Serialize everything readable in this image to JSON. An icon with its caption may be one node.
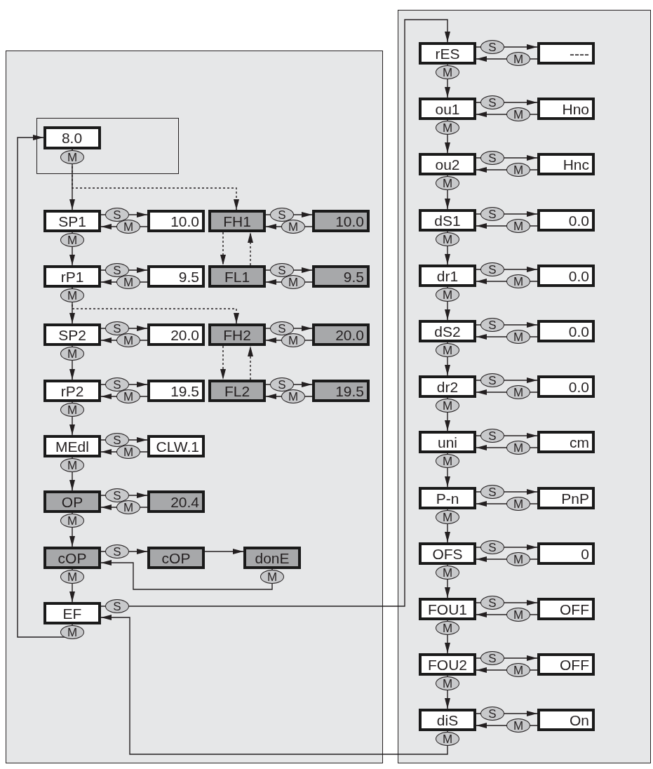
{
  "diagram": {
    "nodes": [
      {
        "text": [],
        "shape": "box"
      },
      {
        "text": [],
        "shape": "box",
        "in": 0
      },
      {
        "text": [
          "8.0"
        ],
        "in": 1
      },
      {
        "text": [
          "SP1"
        ],
        "in": 0
      },
      {
        "text": [
          "10.0"
        ],
        "in": 0
      },
      {
        "text": [
          "FH1"
        ],
        "in": 0
      },
      {
        "text": [
          "10.0"
        ],
        "in": 0
      },
      {
        "text": [
          "rP1"
        ],
        "in": 0
      },
      {
        "text": [
          "9.5"
        ],
        "in": 0
      },
      {
        "text": [
          "FL1"
        ],
        "in": 0
      },
      {
        "text": [
          "9.5"
        ],
        "in": 0
      },
      {
        "text": [
          "SP2"
        ],
        "in": 0
      },
      {
        "text": [
          "20.0"
        ],
        "in": 0
      },
      {
        "text": [
          "FH2"
        ],
        "in": 0
      },
      {
        "text": [
          "20.0"
        ],
        "in": 0
      },
      {
        "text": [
          "rP2"
        ],
        "in": 0
      },
      {
        "text": [
          "19.5"
        ],
        "in": 0
      },
      {
        "text": [
          "FL2"
        ],
        "in": 0
      },
      {
        "text": [
          "19.5"
        ],
        "in": 0
      },
      {
        "text": [
          "MEdl"
        ],
        "in": 0
      },
      {
        "text": [
          "CLW.1"
        ],
        "in": 0
      },
      {
        "text": [
          "OP"
        ],
        "in": 0
      },
      {
        "text": [
          "20.4"
        ],
        "in": 0
      },
      {
        "text": [
          "cOP"
        ],
        "in": 0
      },
      {
        "text": [
          "cOP"
        ],
        "in": 0
      },
      {
        "text": [
          "donE"
        ],
        "in": 0
      },
      {
        "text": [
          "EF"
        ],
        "in": 0
      },
      {
        "text": [],
        "shape": "box"
      },
      {
        "text": [
          "rES"
        ],
        "in": 27
      },
      {
        "text": [
          "----"
        ],
        "in": 27
      },
      {
        "text": [
          "ou1"
        ],
        "in": 27
      },
      {
        "text": [
          "Hno"
        ],
        "in": 27
      },
      {
        "text": [
          "ou2"
        ],
        "in": 27
      },
      {
        "text": [
          "Hnc"
        ],
        "in": 27
      },
      {
        "text": [
          "dS1"
        ],
        "in": 27
      },
      {
        "text": [
          "0.0"
        ],
        "in": 27
      },
      {
        "text": [
          "dr1"
        ],
        "in": 27
      },
      {
        "text": [
          "0.0"
        ],
        "in": 27
      },
      {
        "text": [
          "dS2"
        ],
        "in": 27
      },
      {
        "text": [
          "0.0"
        ],
        "in": 27
      },
      {
        "text": [
          "dr2"
        ],
        "in": 27
      },
      {
        "text": [
          "0.0"
        ],
        "in": 27
      },
      {
        "text": [
          "uni"
        ],
        "in": 27
      },
      {
        "text": [
          "cm"
        ],
        "in": 27
      },
      {
        "text": [
          "P-n"
        ],
        "in": 27
      },
      {
        "text": [
          "PnP"
        ],
        "in": 27
      },
      {
        "text": [
          "OFS"
        ],
        "in": 27
      },
      {
        "text": [
          "0"
        ],
        "in": 27
      },
      {
        "text": [
          "FOU1"
        ],
        "in": 27
      },
      {
        "text": [
          "OFF"
        ],
        "in": 27
      },
      {
        "text": [
          "FOU2"
        ],
        "in": 27
      },
      {
        "text": [
          "OFF"
        ],
        "in": 27
      },
      {
        "text": [
          "diS"
        ],
        "in": 27
      },
      {
        "text": [
          "On"
        ],
        "in": 27
      }
    ],
    "edges": [
      {
        "from": 2,
        "to": 3,
        "arrow": "to",
        "label": "M"
      },
      {
        "from": 2,
        "to": 5,
        "arrow": "to",
        "style": "dashed"
      },
      {
        "from": 3,
        "to": 4,
        "arrow": "to",
        "label": "S"
      },
      {
        "from": 4,
        "to": 3,
        "arrow": "to",
        "label": "M"
      },
      {
        "from": 5,
        "to": 6,
        "arrow": "to",
        "label": "S"
      },
      {
        "from": 6,
        "to": 5,
        "arrow": "to",
        "label": "M"
      },
      {
        "from": 5,
        "to": 9,
        "arrow": "to",
        "style": "dashed"
      },
      {
        "from": 9,
        "to": 5,
        "arrow": "to",
        "style": "dashed"
      },
      {
        "from": 3,
        "to": 7,
        "arrow": "to",
        "label": "M"
      },
      {
        "from": 7,
        "to": 8,
        "arrow": "to",
        "label": "S"
      },
      {
        "from": 8,
        "to": 7,
        "arrow": "to",
        "label": "M"
      },
      {
        "from": 9,
        "to": 10,
        "arrow": "to",
        "label": "S"
      },
      {
        "from": 10,
        "to": 9,
        "arrow": "to",
        "label": "M"
      },
      {
        "from": 7,
        "to": 11,
        "arrow": "to",
        "label": "M"
      },
      {
        "from": 7,
        "to": 13,
        "arrow": "to",
        "style": "dashed"
      },
      {
        "from": 11,
        "to": 12,
        "arrow": "to",
        "label": "S"
      },
      {
        "from": 12,
        "to": 11,
        "arrow": "to",
        "label": "M"
      },
      {
        "from": 13,
        "to": 14,
        "arrow": "to",
        "label": "S"
      },
      {
        "from": 14,
        "to": 13,
        "arrow": "to",
        "label": "M"
      },
      {
        "from": 13,
        "to": 17,
        "arrow": "to",
        "style": "dashed"
      },
      {
        "from": 17,
        "to": 13,
        "arrow": "to",
        "style": "dashed"
      },
      {
        "from": 11,
        "to": 15,
        "arrow": "to",
        "label": "M"
      },
      {
        "from": 15,
        "to": 16,
        "arrow": "to",
        "label": "S"
      },
      {
        "from": 16,
        "to": 15,
        "arrow": "to",
        "label": "M"
      },
      {
        "from": 17,
        "to": 18,
        "arrow": "to",
        "label": "S"
      },
      {
        "from": 18,
        "to": 17,
        "arrow": "to",
        "label": "M"
      },
      {
        "from": 15,
        "to": 19,
        "arrow": "to",
        "label": "M"
      },
      {
        "from": 19,
        "to": 20,
        "arrow": "to",
        "label": "S"
      },
      {
        "from": 20,
        "to": 19,
        "arrow": "to",
        "label": "M"
      },
      {
        "from": 19,
        "to": 21,
        "arrow": "to",
        "label": "M"
      },
      {
        "from": 21,
        "to": 22,
        "arrow": "to",
        "label": "S"
      },
      {
        "from": 22,
        "to": 21,
        "arrow": "to",
        "label": "M"
      },
      {
        "from": 21,
        "to": 23,
        "arrow": "to",
        "label": "M"
      },
      {
        "from": 23,
        "to": 24,
        "arrow": "to",
        "label": "S"
      },
      {
        "from": 24,
        "to": 25,
        "arrow": "to"
      },
      {
        "from": 25,
        "to": 23,
        "arrow": "to",
        "label": "M"
      },
      {
        "from": 23,
        "to": 26,
        "arrow": "to",
        "label": "M"
      },
      {
        "from": 26,
        "to": 28,
        "arrow": "to",
        "label": "S"
      },
      {
        "from": 26,
        "to": 2,
        "arrow": "to",
        "label": "M"
      },
      {
        "from": 28,
        "to": 29,
        "arrow": "to",
        "label": "S"
      },
      {
        "from": 29,
        "to": 28,
        "arrow": "to",
        "label": "M"
      },
      {
        "from": 28,
        "to": 30,
        "arrow": "to",
        "label": "M"
      },
      {
        "from": 30,
        "to": 31,
        "arrow": "to",
        "label": "S"
      },
      {
        "from": 31,
        "to": 30,
        "arrow": "to",
        "label": "M"
      },
      {
        "from": 30,
        "to": 32,
        "arrow": "to",
        "label": "M"
      },
      {
        "from": 32,
        "to": 33,
        "arrow": "to",
        "label": "S"
      },
      {
        "from": 33,
        "to": 32,
        "arrow": "to",
        "label": "M"
      },
      {
        "from": 32,
        "to": 34,
        "arrow": "to",
        "label": "M"
      },
      {
        "from": 34,
        "to": 35,
        "arrow": "to",
        "label": "S"
      },
      {
        "from": 35,
        "to": 34,
        "arrow": "to",
        "label": "M"
      },
      {
        "from": 34,
        "to": 36,
        "arrow": "to",
        "label": "M"
      },
      {
        "from": 36,
        "to": 37,
        "arrow": "to",
        "label": "S"
      },
      {
        "from": 37,
        "to": 36,
        "arrow": "to",
        "label": "M"
      },
      {
        "from": 36,
        "to": 38,
        "arrow": "to",
        "label": "M"
      },
      {
        "from": 38,
        "to": 39,
        "arrow": "to",
        "label": "S"
      },
      {
        "from": 39,
        "to": 38,
        "arrow": "to",
        "label": "M"
      },
      {
        "from": 38,
        "to": 40,
        "arrow": "to",
        "label": "M"
      },
      {
        "from": 40,
        "to": 41,
        "arrow": "to",
        "label": "S"
      },
      {
        "from": 41,
        "to": 40,
        "arrow": "to",
        "label": "M"
      },
      {
        "from": 40,
        "to": 42,
        "arrow": "to",
        "label": "M"
      },
      {
        "from": 42,
        "to": 43,
        "arrow": "to",
        "label": "S"
      },
      {
        "from": 43,
        "to": 42,
        "arrow": "to",
        "label": "M"
      },
      {
        "from": 42,
        "to": 44,
        "arrow": "to",
        "label": "M"
      },
      {
        "from": 44,
        "to": 45,
        "arrow": "to",
        "label": "S"
      },
      {
        "from": 45,
        "to": 44,
        "arrow": "to",
        "label": "M"
      },
      {
        "from": 44,
        "to": 46,
        "arrow": "to",
        "label": "M"
      },
      {
        "from": 46,
        "to": 47,
        "arrow": "to",
        "label": "S"
      },
      {
        "from": 47,
        "to": 46,
        "arrow": "to",
        "label": "M"
      },
      {
        "from": 46,
        "to": 48,
        "arrow": "to",
        "label": "M"
      },
      {
        "from": 48,
        "to": 49,
        "arrow": "to",
        "label": "S"
      },
      {
        "from": 49,
        "to": 48,
        "arrow": "to",
        "label": "M"
      },
      {
        "from": 48,
        "to": 50,
        "arrow": "to",
        "label": "M"
      },
      {
        "from": 50,
        "to": 51,
        "arrow": "to",
        "label": "S"
      },
      {
        "from": 51,
        "to": 50,
        "arrow": "to",
        "label": "M"
      },
      {
        "from": 50,
        "to": 52,
        "arrow": "to",
        "label": "M"
      },
      {
        "from": 52,
        "to": 53,
        "arrow": "to",
        "label": "S"
      },
      {
        "from": 53,
        "to": 52,
        "arrow": "to",
        "label": "M"
      },
      {
        "from": 52,
        "to": 26,
        "arrow": "to",
        "label": "M"
      }
    ]
  }
}
